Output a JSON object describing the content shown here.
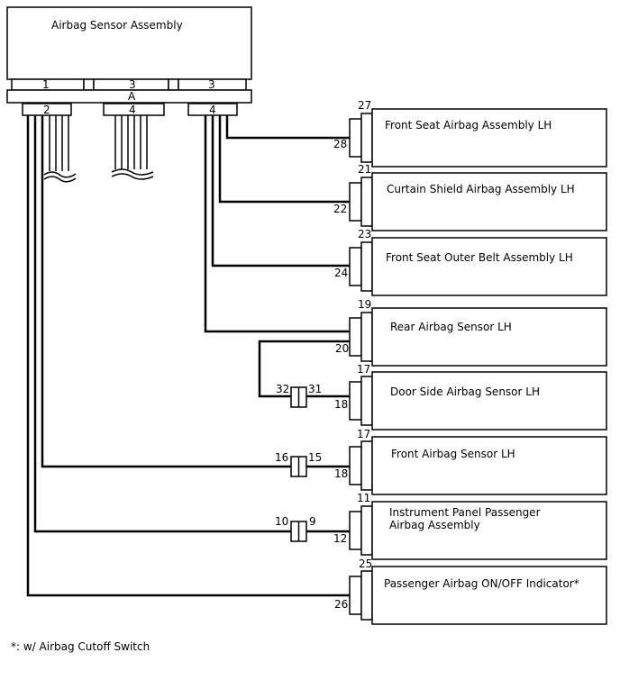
{
  "ecu": {
    "title": "Airbag Sensor Assembly",
    "connector_letter": "A",
    "upper_pins": [
      "1",
      "3",
      "3"
    ],
    "lower_pins": [
      "2",
      "4",
      "4"
    ]
  },
  "components": [
    {
      "name": "Front Seat Airbag Assembly LH",
      "pin_top": "27",
      "pin_bottom": "28"
    },
    {
      "name": "Curtain Shield Airbag Assembly LH",
      "pin_top": "21",
      "pin_bottom": "22"
    },
    {
      "name": "Front Seat Outer Belt Assembly LH",
      "pin_top": "23",
      "pin_bottom": "24"
    },
    {
      "name": "Rear Airbag Sensor LH",
      "pin_top": "19",
      "pin_bottom": "20"
    },
    {
      "name": "Door Side Airbag Sensor LH",
      "pin_top": "17",
      "pin_bottom": "18"
    },
    {
      "name": "Front Airbag Sensor LH",
      "pin_top": "17",
      "pin_bottom": "18"
    },
    {
      "name": "Instrument Panel Passenger",
      "name_line2": "Airbag Assembly",
      "pin_top": "11",
      "pin_bottom": "12"
    },
    {
      "name": "Passenger Airbag ON/OFF Indicator*",
      "pin_top": "25",
      "pin_bottom": "26"
    }
  ],
  "junctions": [
    {
      "left": "32",
      "right": "31"
    },
    {
      "left": "16",
      "right": "15"
    },
    {
      "left": "10",
      "right": "9"
    }
  ],
  "footnote": "*: w/ Airbag Cutoff Switch"
}
